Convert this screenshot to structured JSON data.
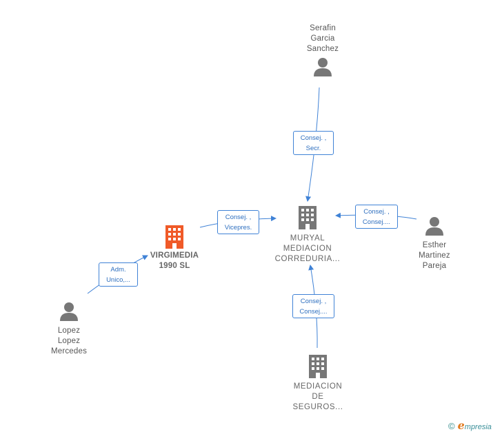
{
  "nodes": {
    "serafin": {
      "label": "Serafin\nGarcia\nSanchez",
      "kind": "person"
    },
    "muryal": {
      "label": "MURYAL\nMEDIACION\nCORREDURIA...",
      "kind": "company"
    },
    "esther": {
      "label": "Esther\nMartinez\nPareja",
      "kind": "person"
    },
    "virgimedia": {
      "label": "VIRGIMEDIA\n1990  SL",
      "kind": "company-main",
      "color": "#f05a28"
    },
    "lopez": {
      "label": "Lopez\nLopez\nMercedes",
      "kind": "person"
    },
    "mediacion": {
      "label": "MEDIACION\nDE\nSEGUROS...",
      "kind": "company"
    }
  },
  "relations": {
    "serafin_muryal": "Consej. ,\nSecr.",
    "virgimedia_muryal": "Consej. ,\nVicepres.",
    "esther_muryal": "Consej. ,\nConsej....",
    "lopez_virgimedia": "Adm.\nUnico,...",
    "mediacion_muryal": "Consej. ,\nConsej...."
  },
  "colors": {
    "edge": "#3f82d6",
    "person_icon": "#777777",
    "company_icon": "#777777",
    "main_icon": "#f05a28"
  },
  "brand": {
    "copyright": "©",
    "initial": "e",
    "name": "mpresia"
  }
}
